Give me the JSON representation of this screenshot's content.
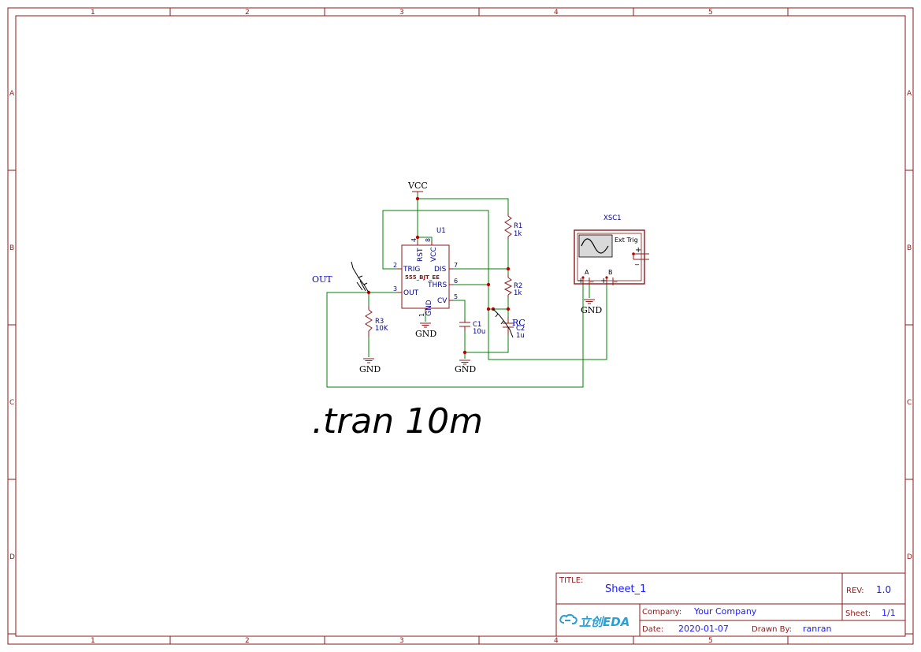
{
  "zones": {
    "columns": [
      "1",
      "2",
      "3",
      "4",
      "5"
    ],
    "rows": [
      "A",
      "B",
      "C",
      "D"
    ]
  },
  "nets": {
    "vcc": "VCC",
    "gnd": "GND",
    "out": "OUT",
    "rc": "RC"
  },
  "u1": {
    "designator": "U1",
    "model": "555_BJT_EE",
    "pins": {
      "rst": "RST",
      "vcc": "VCC",
      "trig": "TRIG",
      "dis": "DIS",
      "thrs": "THRS",
      "out": "OUT",
      "cv": "CV",
      "gnd": "GND"
    },
    "pin_numbers": {
      "rst": "4",
      "vcc": "8",
      "trig": "2",
      "dis": "7",
      "thrs": "6",
      "out": "3",
      "cv": "5",
      "gnd": "1"
    }
  },
  "components": {
    "r1": {
      "name": "R1",
      "value": "1k"
    },
    "r2": {
      "name": "R2",
      "value": "1k"
    },
    "r3": {
      "name": "R3",
      "value": "10K"
    },
    "c1": {
      "name": "C1",
      "value": "10u"
    },
    "c2": {
      "name": "C2",
      "value": "1u"
    }
  },
  "scope": {
    "designator": "XSC1",
    "ext_label": "Ext Trig",
    "ch_a": "A",
    "ch_b": "B",
    "plus": "+",
    "minus": "_"
  },
  "spice_directive": ".tran 10m",
  "title_block": {
    "title_label": "TITLE:",
    "title": "Sheet_1",
    "rev_label": "REV:",
    "rev": "1.0",
    "company_label": "Company:",
    "company": "Your Company",
    "sheet_label": "Sheet:",
    "sheet": "1/1",
    "date_label": "Date:",
    "date": "2020-01-07",
    "drawn_label": "Drawn By:",
    "drawn_by": "ranran",
    "logo": "立创EDA"
  },
  "colors": {
    "frame": "#8b1a1a",
    "wire": "#008000",
    "junction": "#c00000",
    "pin_text": "#00008b",
    "title_value": "#1a1aff"
  }
}
